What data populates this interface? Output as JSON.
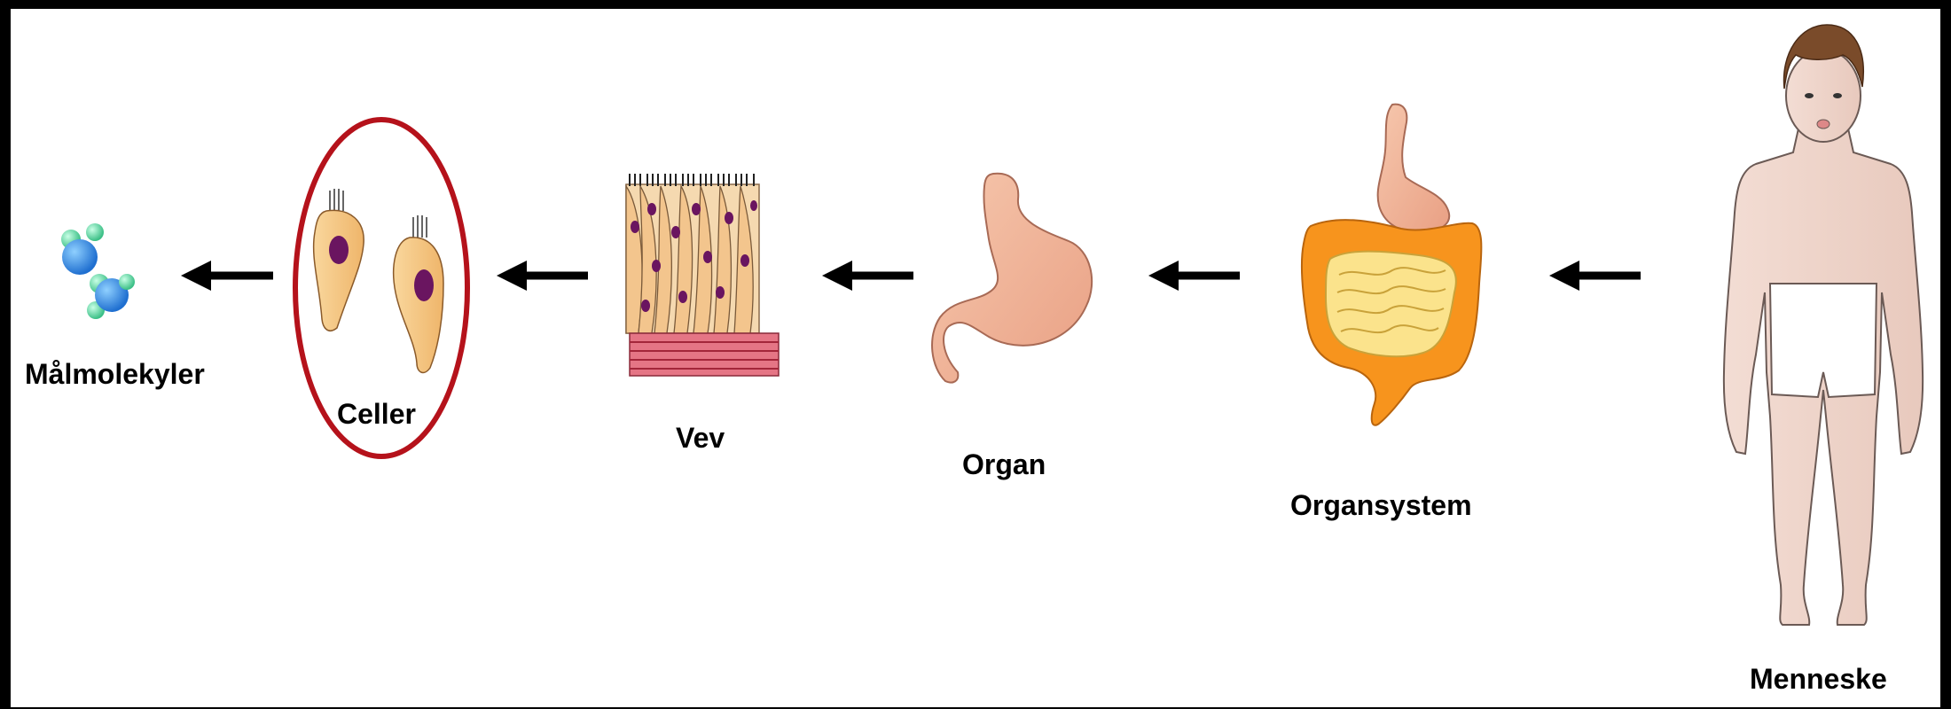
{
  "stages": [
    {
      "key": "molecules",
      "label": "Målmolekyler"
    },
    {
      "key": "cells",
      "label": "Celler"
    },
    {
      "key": "tissue",
      "label": "Vev"
    },
    {
      "key": "organ",
      "label": "Organ"
    },
    {
      "key": "organ_system",
      "label": "Organsystem"
    },
    {
      "key": "human",
      "label": "Menneske"
    }
  ],
  "highlighted_stage": "cells",
  "colors": {
    "highlight_ring": "#b5121b",
    "cell_body": "#f5c27a",
    "nucleus": "#6a1560",
    "stomach": "#f2b596",
    "intestine_outer": "#f7941d",
    "intestine_inner": "#fbe38c",
    "muscle_layer": "#d94a5e",
    "skin": "#f0d6cc",
    "hair": "#7a4b2a",
    "molecule_blue": "#2f86e0",
    "molecule_green": "#5fd3a0"
  },
  "icons": [
    "molecule-icon",
    "cells-icon",
    "tissue-icon",
    "stomach-icon",
    "digestive-system-icon",
    "human-figure-icon",
    "arrow-left-icon"
  ]
}
